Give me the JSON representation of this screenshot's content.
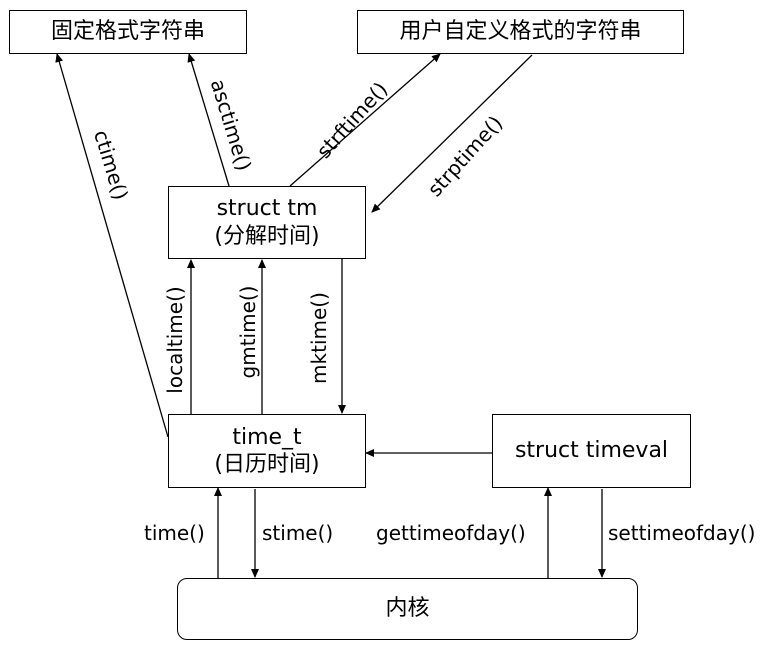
{
  "nodes": {
    "fixed_format": "固定格式字符串",
    "user_format": "用户自定义格式的字符串",
    "struct_tm": {
      "line1": "struct tm",
      "line2": "(分解时间)"
    },
    "time_t": {
      "line1": "time_t",
      "line2": "(日历时间)"
    },
    "struct_timeval": "struct timeval",
    "kernel": "内核"
  },
  "edges": {
    "ctime": "ctime()",
    "asctime": "asctime()",
    "strftime": "strftime()",
    "strptime": "strptime()",
    "localtime": "localtime()",
    "gmtime": "gmtime()",
    "mktime": "mktime()",
    "time": "time()",
    "stime": "stime()",
    "gettimeofday": "gettimeofday()",
    "settimeofday": "settimeofday()"
  }
}
